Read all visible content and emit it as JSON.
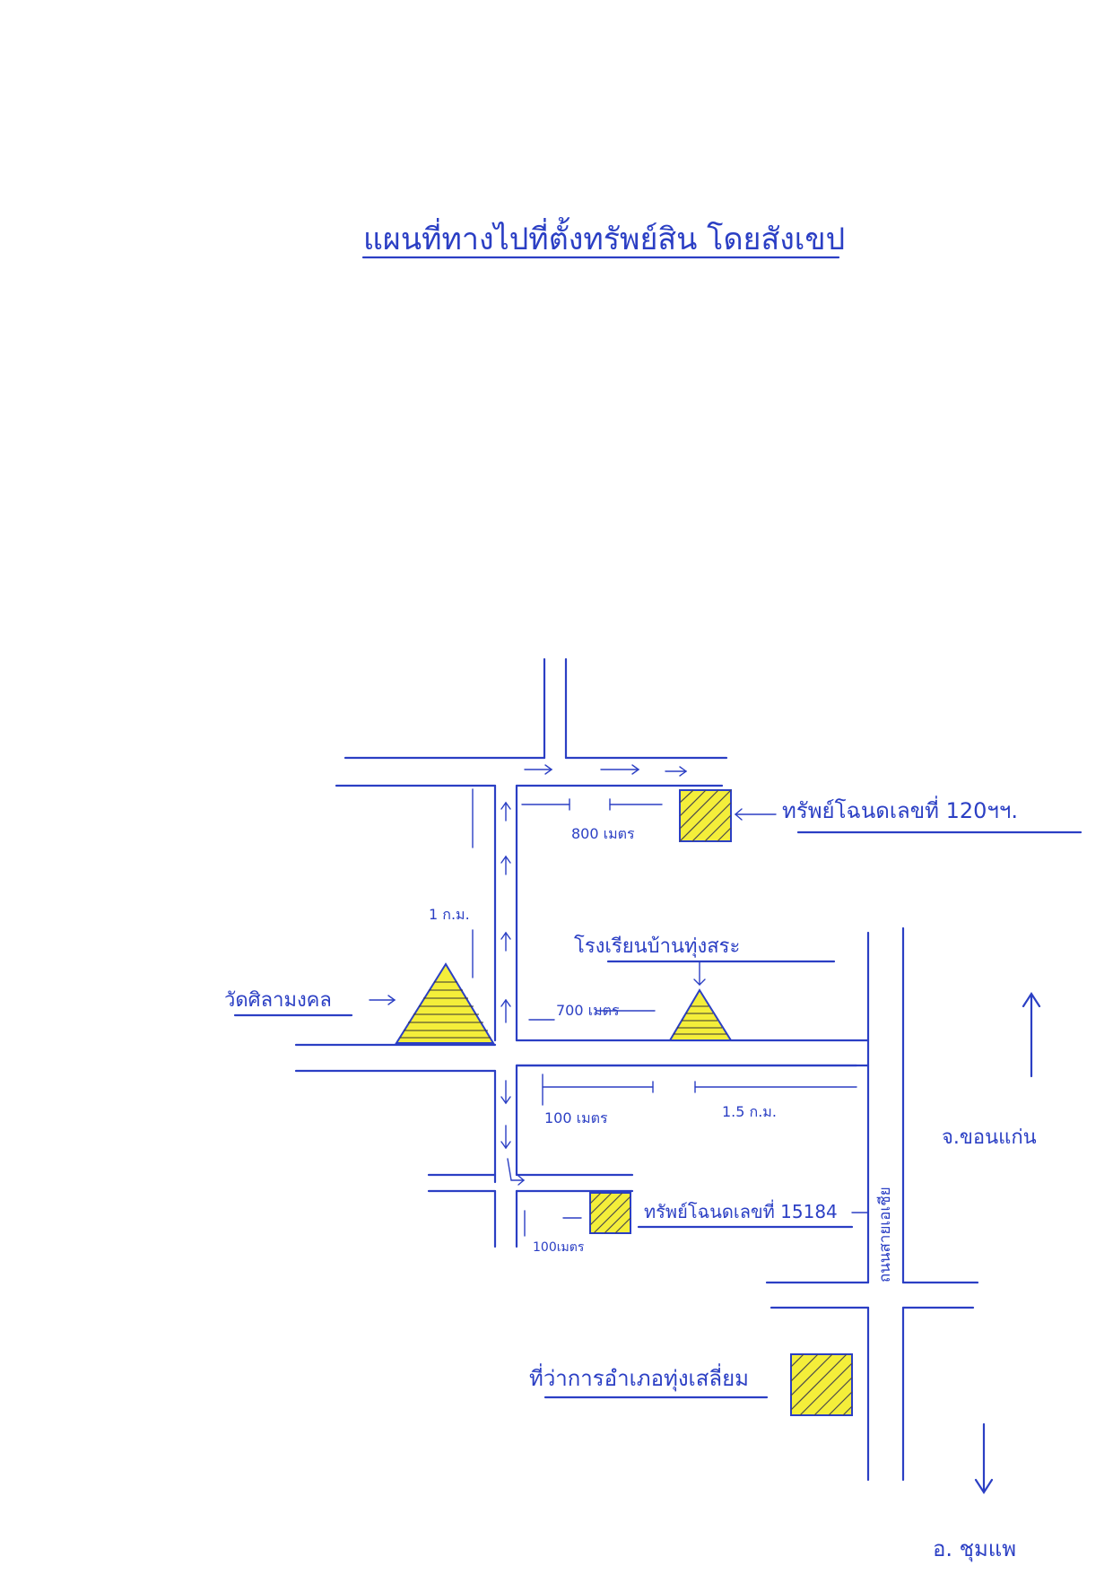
{
  "title": "แผนที่ทางไปที่ตั้งทรัพย์สิน โดยสังเขป",
  "labels": {
    "asset_top": "ทรัพย์โฉนดเลขที่ 120ฯฯ.",
    "asset_mid": "ทรัพย์โฉนดเลขที่ 15184",
    "school": "โรงเรียนบ้านทุ่งสระ",
    "temple": "วัดศิลามงคล",
    "district_office": "ที่ว่าการอำเภอทุ่งเสลี่ยม",
    "road_main": "ถนนสายเอเชีย",
    "to_north": "จ.ขอนแก่น",
    "to_south": "อ. ชุมแพ"
  },
  "distances": {
    "d800": "800 เมตร",
    "d1km": "1 ก.ม.",
    "d700": "700 เมตร",
    "d100a": "100 เมตร",
    "d1_5km": "1.5 ก.ม.",
    "d100b": "100เมตร"
  },
  "colors": {
    "ink": "#2b3fc4",
    "fill": "#f4ee3a"
  }
}
